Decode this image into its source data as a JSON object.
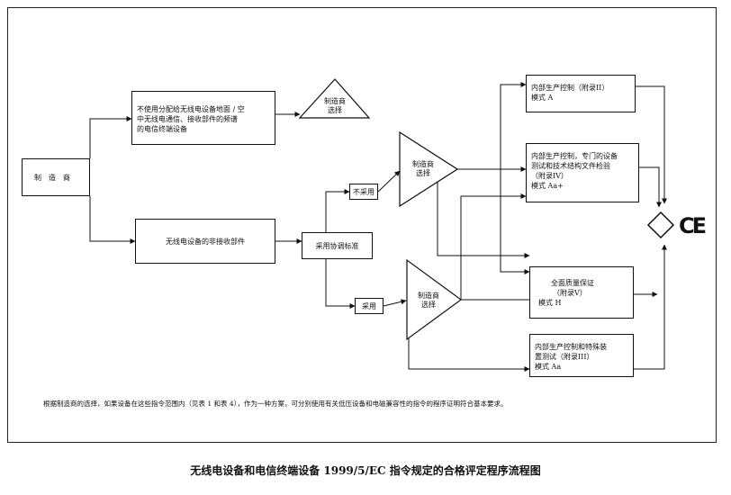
{
  "diagram": {
    "manufacturer": "制造商",
    "box_unallocated": [
      "不使用分配给无线电设备地面 / 空",
      "中无线电通信、接收部件的频谱",
      "的电信终端设备"
    ],
    "tri_manufacturer_choice_top": [
      "制造商",
      "选择"
    ],
    "box_non_receiving": "无线电设备的非接收部件",
    "box_harmonised": "采用协调标准",
    "label_not_applied": "不采用",
    "label_applied": "采用",
    "tri_manufacturer_choice_mid": [
      "制造商",
      "选择"
    ],
    "tri_manufacturer_choice_low": [
      "制造商",
      "选择"
    ],
    "box_internal_control": [
      "内部生产控制（附录II）",
      "模式 A"
    ],
    "box_internal_control_tests": [
      "内部生产控制，专门的设备",
      "测试和技术结构文件检验",
      "（附录IV）",
      "模式 Aa+"
    ],
    "box_full_quality": [
      "全面质量保证",
      "（附录V）",
      "模式 H"
    ],
    "box_internal_control_specific": [
      "内部生产控制和特殊装",
      "置测试（附录III）",
      "模式 Aa"
    ],
    "ce_mark": "CE",
    "footnote": "根据制造商的选择，如果设备在这些指令范围内（见表 1 和表 4），作为一种方案，可分别使用有关低压设备和电磁兼容性的指令的程序证明符合基本要求。",
    "caption": "无线电设备和电信终端设备 1999/5/EC 指令规定的合格评定程序流程图"
  }
}
